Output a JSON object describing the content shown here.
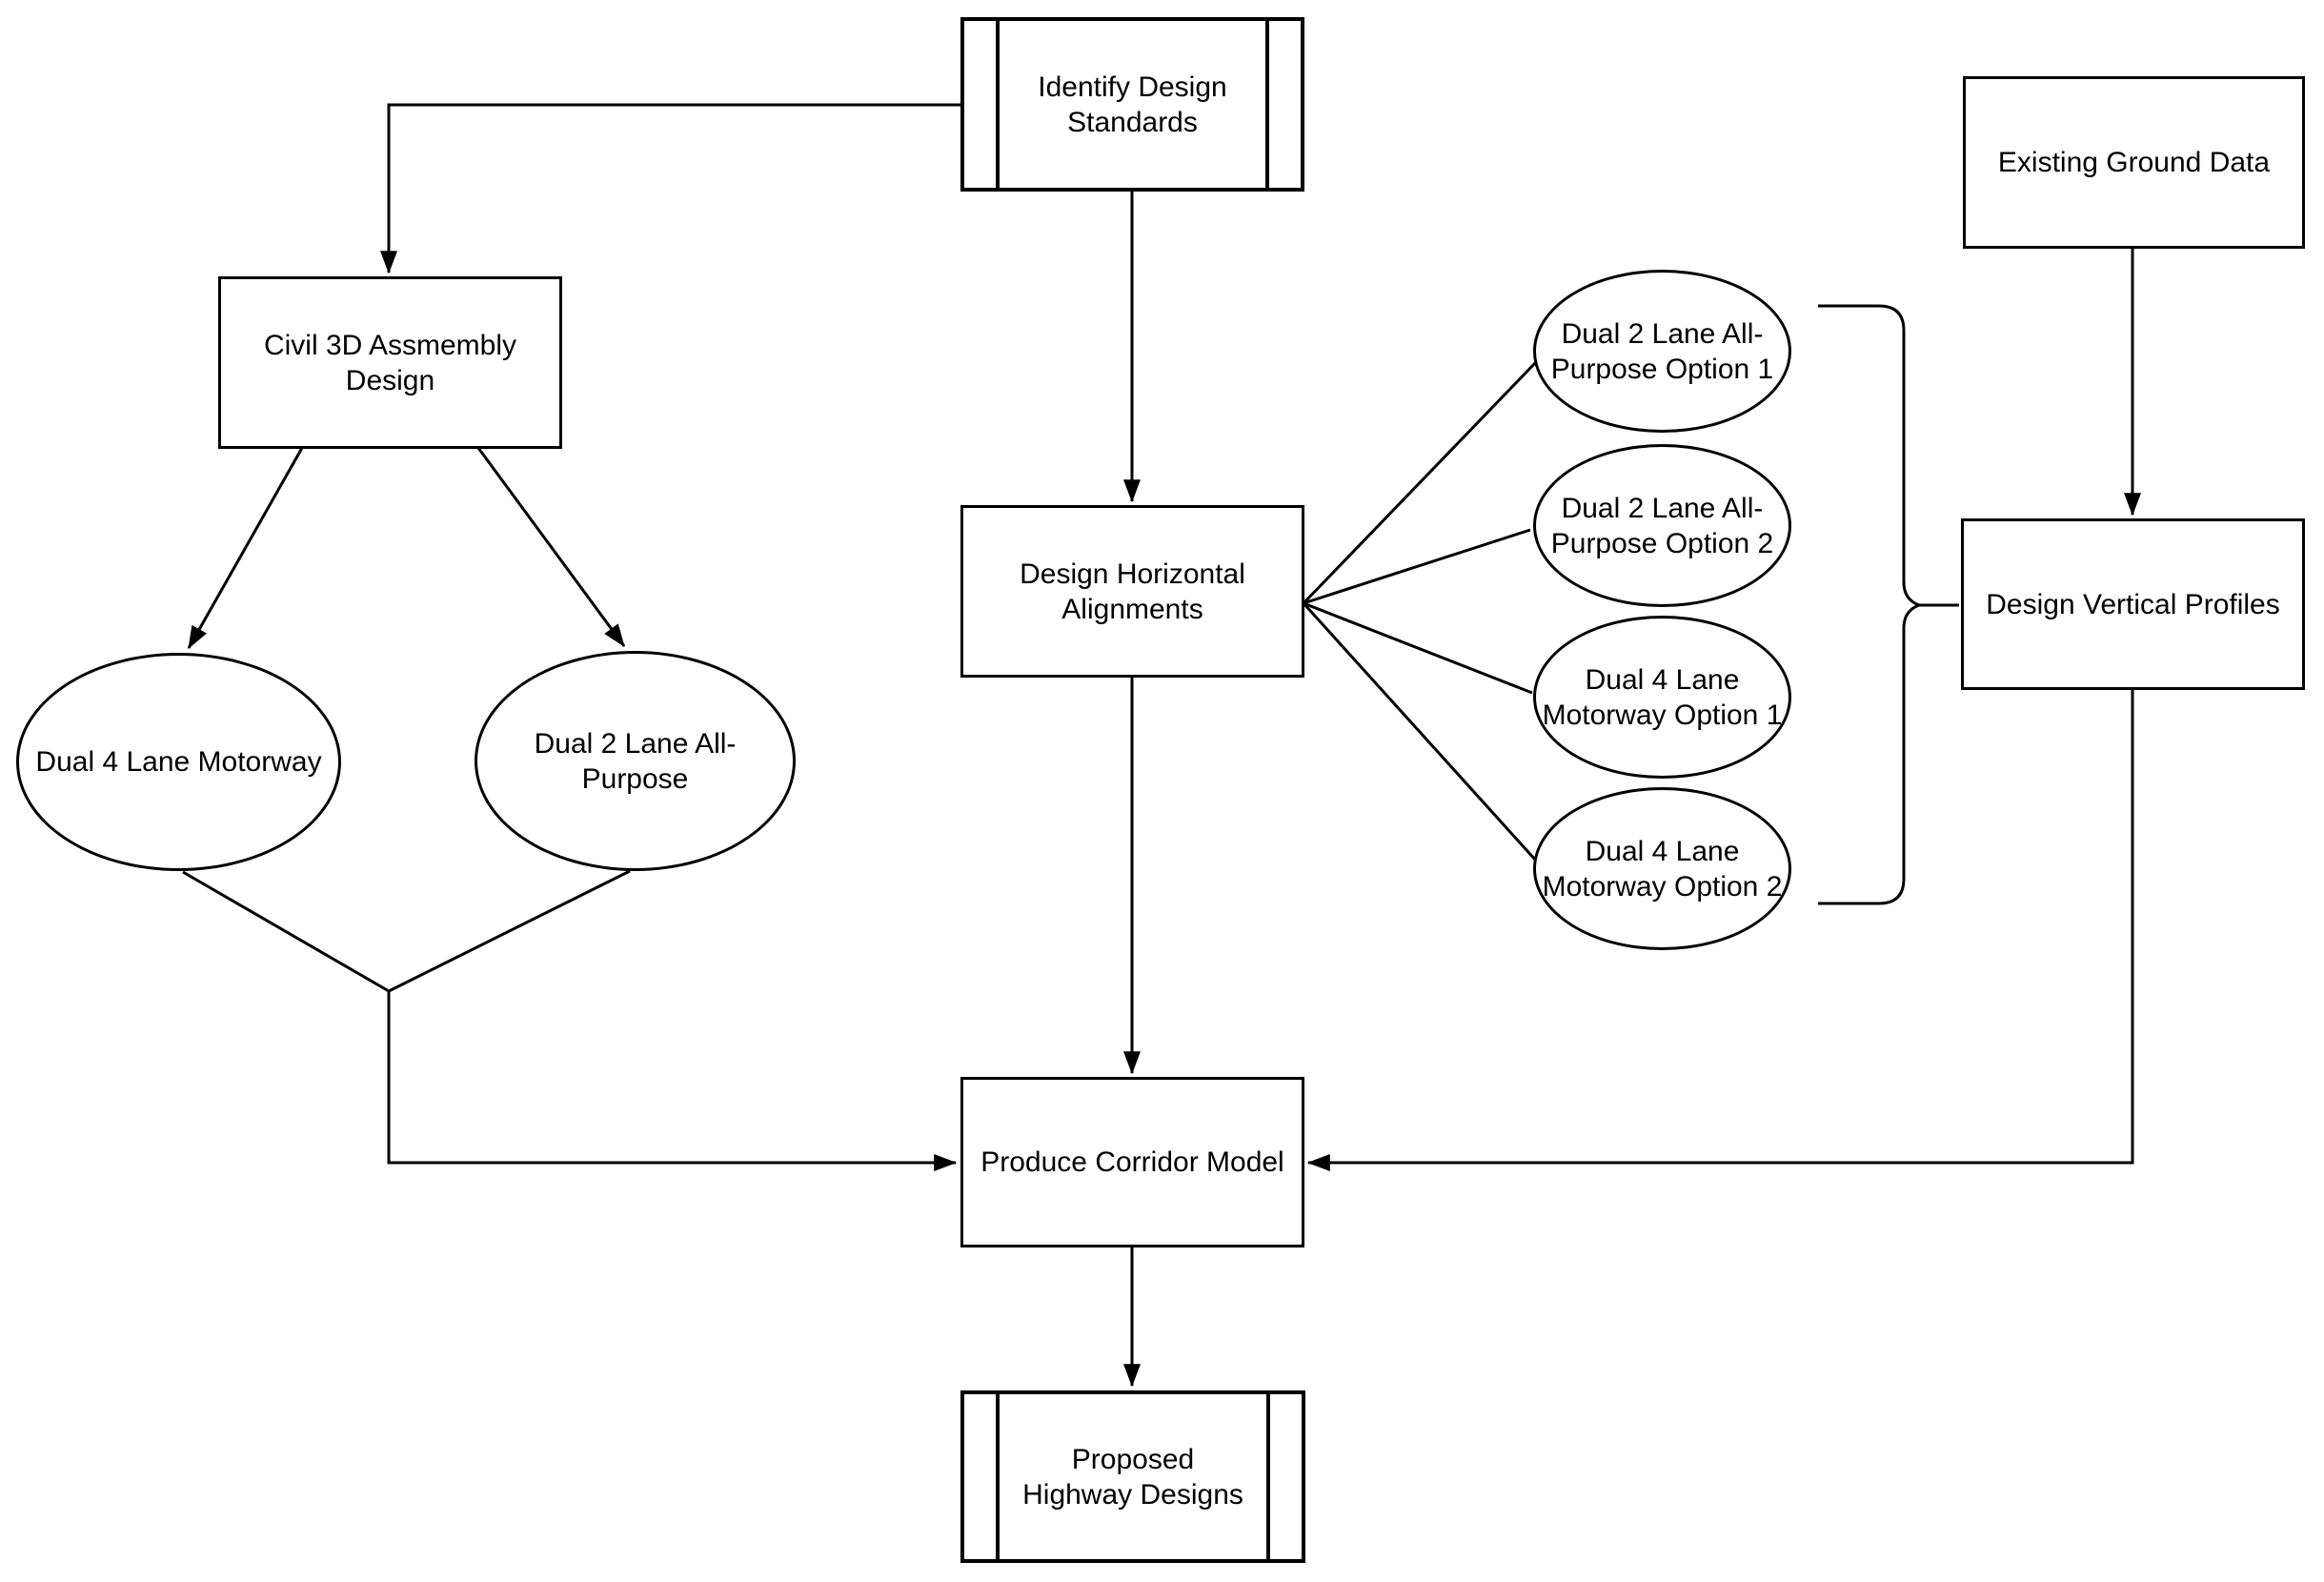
{
  "diagram": {
    "background_color": "#ffffff",
    "line_color": "#000000",
    "text_color": "#000000",
    "nodes": {
      "identify_design_standards": {
        "label": "Identify Design\nStandards",
        "shape": "predefined-process"
      },
      "existing_ground_data": {
        "label": "Existing Ground Data",
        "shape": "rectangle"
      },
      "civil_3d_assembly_design": {
        "label": "Civil 3D Assmembly\nDesign",
        "shape": "rectangle"
      },
      "design_horizontal_alignments": {
        "label": "Design Horizontal\nAlignments",
        "shape": "rectangle"
      },
      "design_vertical_profiles": {
        "label": "Design Vertical Profiles",
        "shape": "rectangle"
      },
      "dual_4_lane_motorway": {
        "label": "Dual 4 Lane Motorway",
        "shape": "ellipse"
      },
      "dual_2_lane_all_purpose": {
        "label": "Dual 2 Lane All-\nPurpose",
        "shape": "ellipse"
      },
      "dual_2_lane_all_purpose_option_1": {
        "label": "Dual 2 Lane All-\nPurpose Option 1",
        "shape": "ellipse"
      },
      "dual_2_lane_all_purpose_option_2": {
        "label": "Dual 2 Lane All-\nPurpose Option 2",
        "shape": "ellipse"
      },
      "dual_4_lane_motorway_option_1": {
        "label": "Dual 4 Lane\nMotorway Option 1",
        "shape": "ellipse"
      },
      "dual_4_lane_motorway_option_2": {
        "label": "Dual 4 Lane\nMotorway Option 2",
        "shape": "ellipse"
      },
      "produce_corridor_model": {
        "label": "Produce Corridor Model",
        "shape": "rectangle"
      },
      "proposed_highway_designs": {
        "label": "Proposed\nHighway Designs",
        "shape": "predefined-process"
      }
    },
    "connections": [
      {
        "from": "identify_design_standards",
        "to": "civil_3d_assembly_design",
        "arrow": true
      },
      {
        "from": "identify_design_standards",
        "to": "design_horizontal_alignments",
        "arrow": true
      },
      {
        "from": "civil_3d_assembly_design",
        "to": "dual_4_lane_motorway",
        "arrow": true
      },
      {
        "from": "civil_3d_assembly_design",
        "to": "dual_2_lane_all_purpose",
        "arrow": true
      },
      {
        "from": "dual_4_lane_motorway",
        "to": "produce_corridor_model",
        "arrow": true
      },
      {
        "from": "dual_2_lane_all_purpose",
        "to": "produce_corridor_model",
        "arrow": true
      },
      {
        "from": "design_horizontal_alignments",
        "to": "dual_2_lane_all_purpose_option_1",
        "arrow": false
      },
      {
        "from": "design_horizontal_alignments",
        "to": "dual_2_lane_all_purpose_option_2",
        "arrow": false
      },
      {
        "from": "design_horizontal_alignments",
        "to": "dual_4_lane_motorway_option_1",
        "arrow": false
      },
      {
        "from": "design_horizontal_alignments",
        "to": "dual_4_lane_motorway_option_2",
        "arrow": false
      },
      {
        "from": "alignment_options_brace",
        "to": "design_vertical_profiles",
        "arrow": false
      },
      {
        "from": "existing_ground_data",
        "to": "design_vertical_profiles",
        "arrow": true
      },
      {
        "from": "design_vertical_profiles",
        "to": "produce_corridor_model",
        "arrow": true
      },
      {
        "from": "design_horizontal_alignments",
        "to": "produce_corridor_model",
        "arrow": true
      },
      {
        "from": "produce_corridor_model",
        "to": "proposed_highway_designs",
        "arrow": true
      }
    ]
  }
}
